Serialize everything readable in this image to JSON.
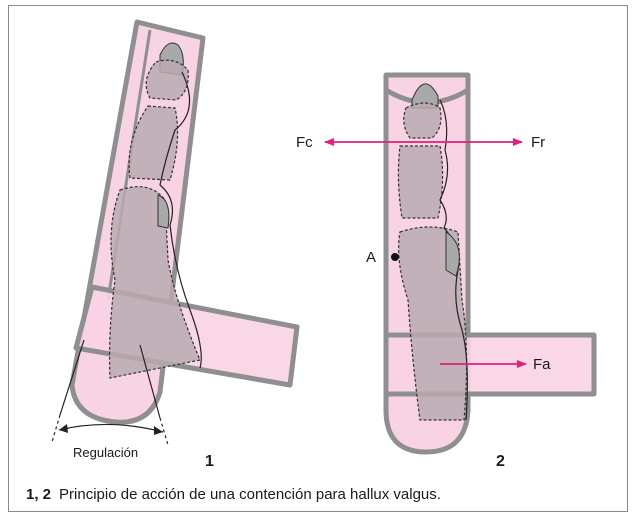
{
  "colors": {
    "brace_fill": "#f8d3e4",
    "brace_stroke": "#8f8f8f",
    "bone_fill": "#b9aab0",
    "arrow": "#e0207a",
    "border": "#8a8a8a"
  },
  "figure1": {
    "number": "1",
    "regulation_label": "Regulación"
  },
  "figure2": {
    "number": "2",
    "force_compression": "Fc",
    "force_reaction": "Fr",
    "force_application": "Fa",
    "point_label": "A"
  },
  "caption": {
    "number": "1, 2",
    "text": "Principio de acción de una contención para hallux valgus."
  }
}
